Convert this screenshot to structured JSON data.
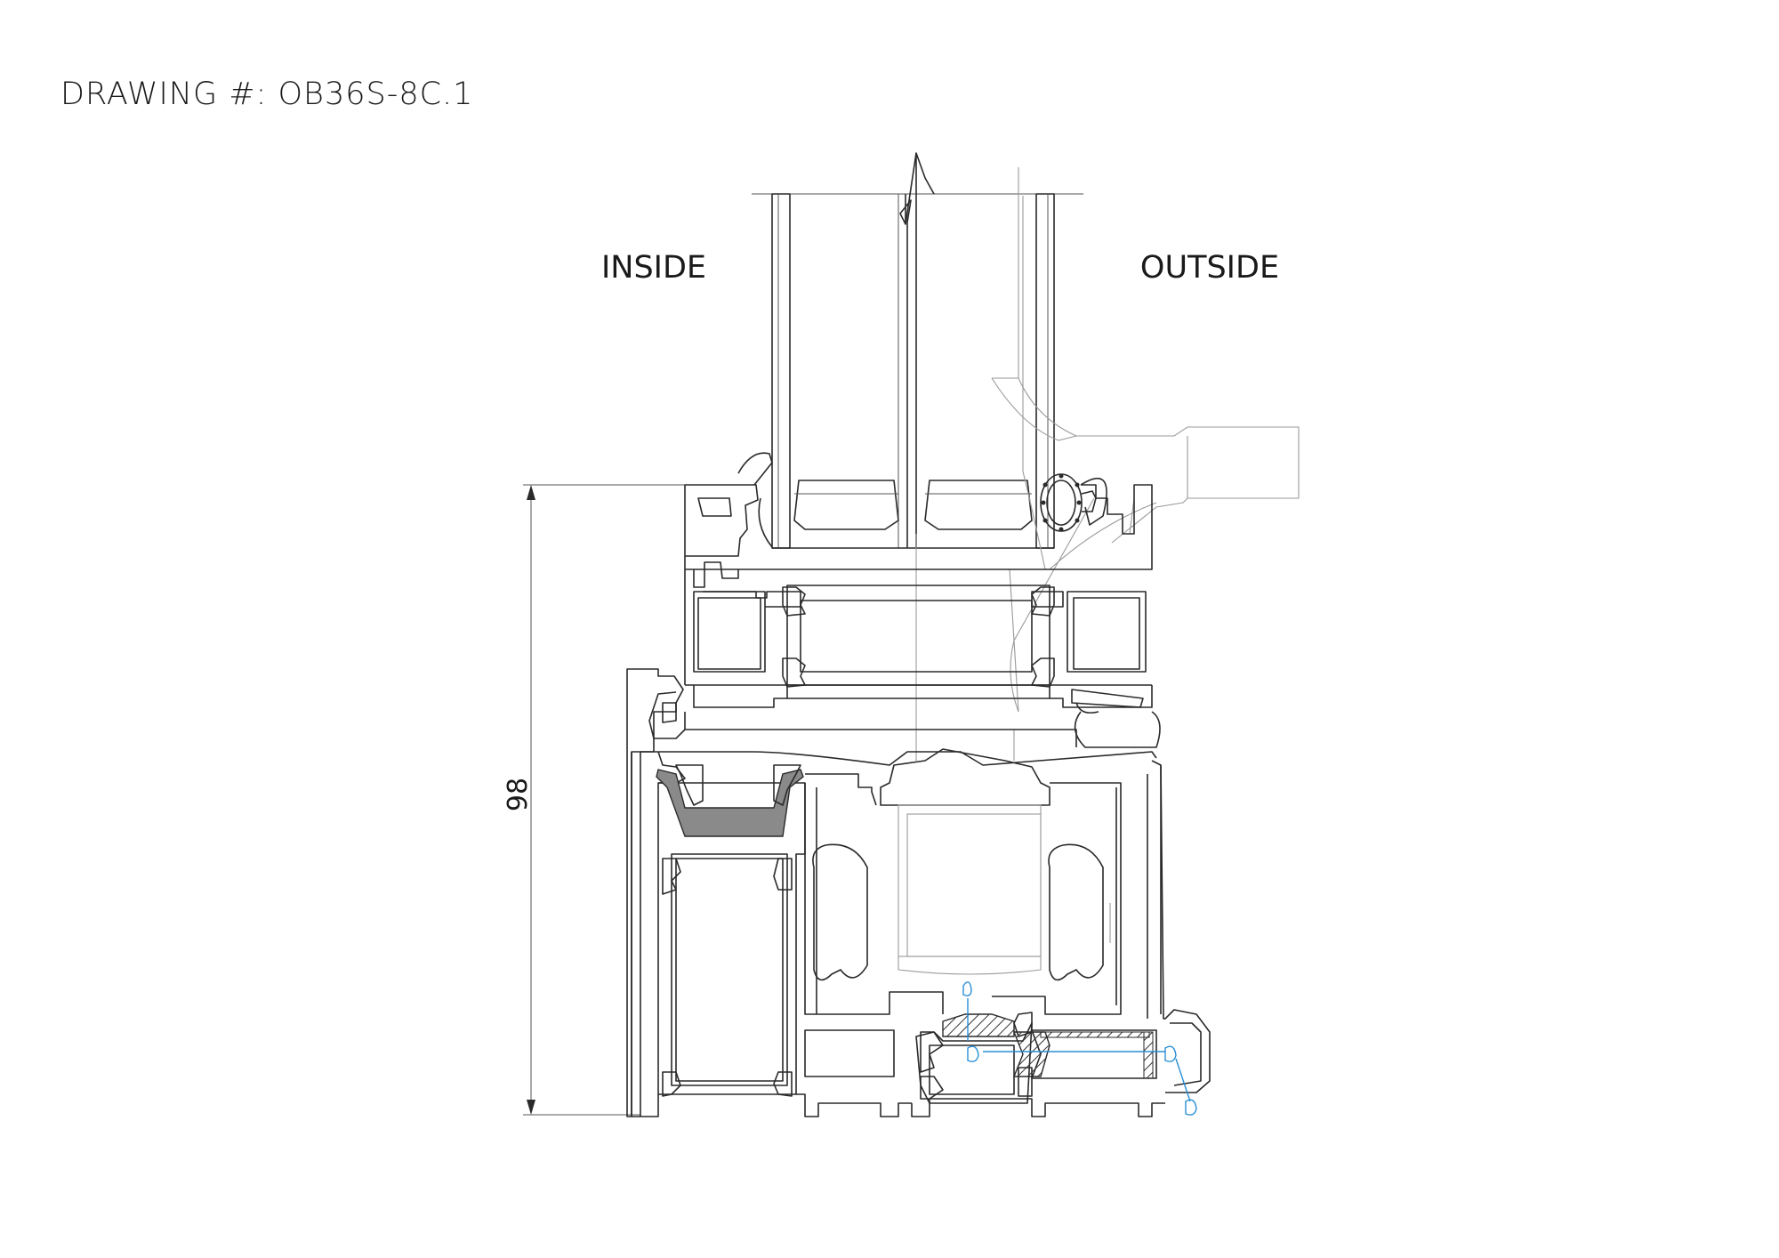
{
  "drawing": {
    "title": "DRAWING #: OB36S-8C.1"
  },
  "labels": {
    "inside": "INSIDE",
    "outside": "OUTSIDE"
  },
  "dimension": {
    "value": "98"
  },
  "colors": {
    "line": "#2a2a2a",
    "ghost_line": "#9a9a9a",
    "drainage": "#2a8fd6",
    "gasket_fill": "#8a8a8a"
  }
}
